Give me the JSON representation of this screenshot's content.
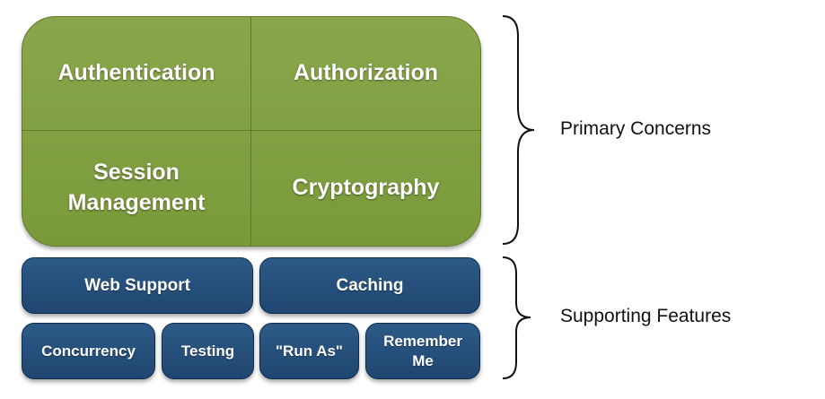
{
  "primary": {
    "authentication": "Authentication",
    "authorization": "Authorization",
    "session_management": "Session\nManagement",
    "cryptography": "Cryptography",
    "color": "#7d9c3e"
  },
  "supporting": {
    "web_support": "Web Support",
    "caching": "Caching",
    "concurrency": "Concurrency",
    "testing": "Testing",
    "run_as": "\"Run As\"",
    "remember_me": "Remember\nMe",
    "color": "#24507c"
  },
  "labels": {
    "primary_concerns": "Primary Concerns",
    "supporting_features": "Supporting Features"
  }
}
